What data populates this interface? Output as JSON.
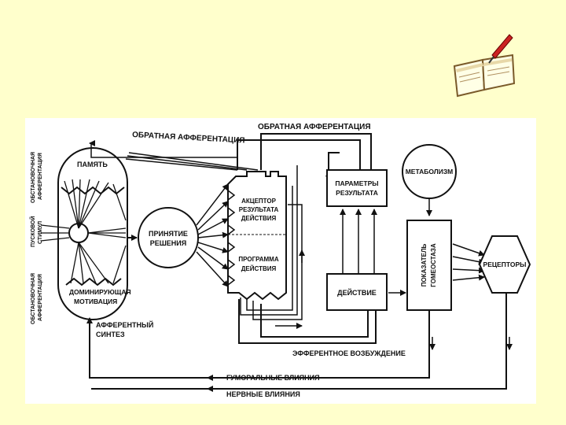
{
  "diagram": {
    "labels": {
      "feedback_top": "ОБРАТНАЯ АФФЕРЕНТАЦИЯ",
      "feedback_left": "ОБРАТНАЯ АФФЕРЕНТАЦИЯ",
      "memory": "ПАМЯТЬ",
      "situational_top_1": "ОБСТАНОВОЧНАЯ",
      "situational_top_2": "АФФЕРЕНТАЦИЯ",
      "trigger_1": "ПУСКОВОЙ",
      "trigger_2": "СТИМУЛ",
      "situational_bottom_1": "ОБСТАНОВОЧНАЯ",
      "situational_bottom_2": "АФФЕРЕНТАЦИЯ",
      "dominant_1": "ДОМИНИРУЮЩАЯ",
      "dominant_2": "МОТИВАЦИЯ",
      "afferent_synthesis_1": "АФФЕРЕНТНЫЙ",
      "afferent_synthesis_2": "СИНТЕЗ",
      "decision_1": "ПРИНЯТИЕ",
      "decision_2": "РЕШЕНИЯ",
      "acceptor_1": "АКЦЕПТОР",
      "acceptor_2": "РЕЗУЛЬТАТА",
      "acceptor_3": "ДЕЙСТВИЯ",
      "program_1": "ПРОГРАММА",
      "program_2": "ДЕЙСТВИЯ",
      "result_params_1": "ПАРАМЕТРЫ",
      "result_params_2": "РЕЗУЛЬТАТА",
      "action": "ДЕЙСТВИЕ",
      "efferent": "ЭФФЕРЕНТНОЕ ВОЗБУЖДЕНИЕ",
      "metabolism": "МЕТАБОЛИЗМ",
      "homeostasis_1": "ПОКАЗАТЕЛЬ",
      "homeostasis_2": "ГОМЕОСТАЗА",
      "receptors": "РЕЦЕПТОРЫ",
      "humoral": "ГУМОРАЛЬНЫЕ ВЛИЯНИЯ",
      "nervous": "НЕРВНЫЕ ВЛИЯНИЯ"
    }
  }
}
